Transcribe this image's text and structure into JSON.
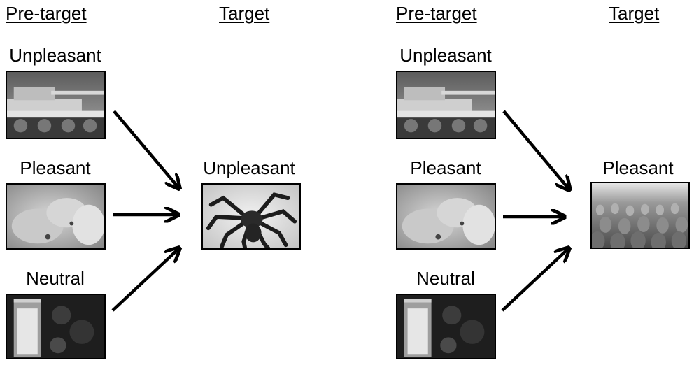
{
  "left_panel": {
    "pretarget_header": "Pre-target",
    "target_header": "Target",
    "pretargets": [
      {
        "label": "Unpleasant",
        "image": "tank"
      },
      {
        "label": "Pleasant",
        "image": "puppies"
      },
      {
        "label": "Neutral",
        "image": "glass"
      }
    ],
    "target": {
      "label": "Unpleasant",
      "image": "tarantula"
    }
  },
  "right_panel": {
    "pretarget_header": "Pre-target",
    "target_header": "Target",
    "pretargets": [
      {
        "label": "Unpleasant",
        "image": "tank"
      },
      {
        "label": "Pleasant",
        "image": "puppies"
      },
      {
        "label": "Neutral",
        "image": "glass"
      }
    ],
    "target": {
      "label": "Pleasant",
      "image": "tulips"
    }
  }
}
